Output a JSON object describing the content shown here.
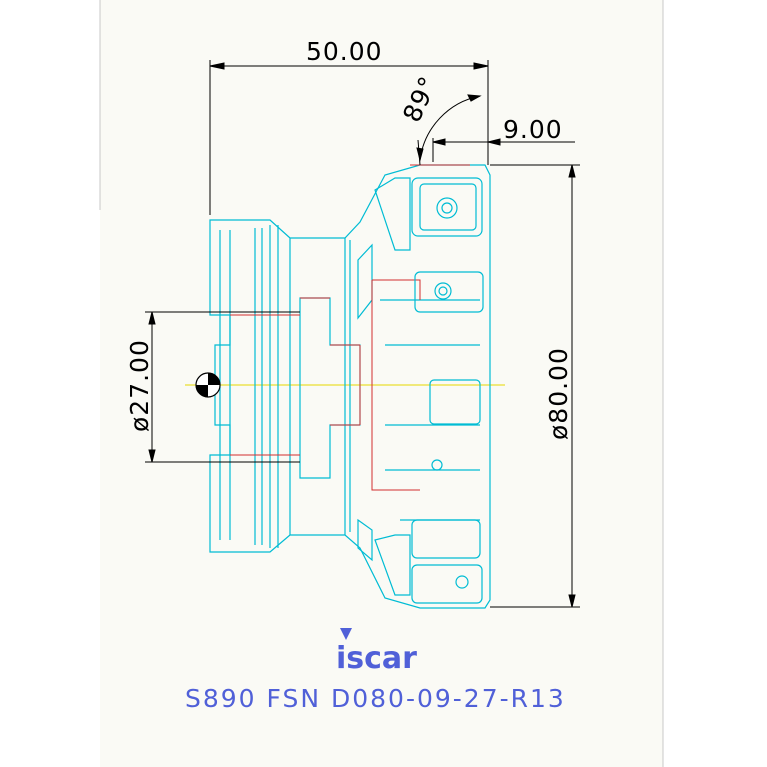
{
  "dimensions": {
    "overall_length": "50.00",
    "lead_angle": "89°",
    "insert_offset": "9.00",
    "bore_diameter": "ø27.00",
    "cutting_diameter": "ø80.00"
  },
  "brand": {
    "logo_text": "iscar"
  },
  "designation": "S890 FSN D080-09-27-R13",
  "colors": {
    "background": "#ffffff",
    "sheet": "#fafaf5",
    "outline": "#00bcd4",
    "hidden_line": "#d32f2f",
    "dimension": "#000000",
    "centerline": "#e6d800",
    "text_blue": "#5060d8"
  }
}
